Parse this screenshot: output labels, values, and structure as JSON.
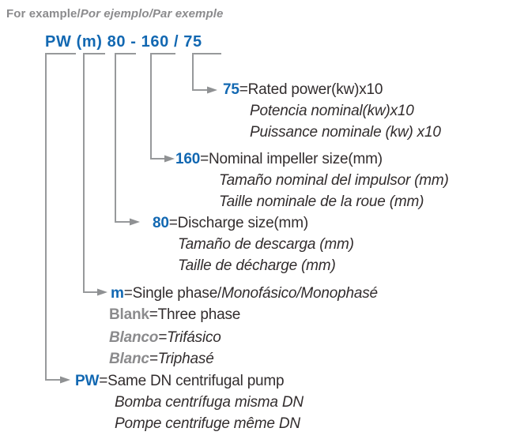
{
  "colors": {
    "accent_blue": "#1268b2",
    "label_gray": "#8b8b8d",
    "text_dark": "#322d2e",
    "connector_gray": "#97999b"
  },
  "header": {
    "title_plain": "For example/",
    "title_italic": "Por ejemplo/Par exemple"
  },
  "model": {
    "code": "PW (m) 80 - 160 / 75"
  },
  "blocks": {
    "b75": {
      "code": "75",
      "en": "=Rated power(kw)x10",
      "es": "Potencia nominal(kw)x10",
      "fr": "Puissance nominale (kw) x10"
    },
    "b160": {
      "code": "160",
      "en": "=Nominal impeller size(mm)",
      "es": "Tamaño nominal del impulsor (mm)",
      "fr": "Taille nominale de la roue (mm)"
    },
    "b80": {
      "code": "80",
      "en": "=Discharge size(mm)",
      "es": "Tamaño de descarga (mm)",
      "fr": "Taille de décharge (mm)"
    },
    "bm": {
      "code": "m",
      "en": "=Single phase/",
      "en_italic": "Monofásico/Monophasé",
      "blank": {
        "label": "Blank",
        "value": "=Three phase"
      },
      "blanco": {
        "label": "Blanco",
        "value": "=Trifásico"
      },
      "blanc": {
        "label": "Blanc",
        "value": "=Triphasé"
      }
    },
    "bpw": {
      "code": "PW",
      "en": "=Same DN centrifugal pump",
      "es": "Bomba centrífuga misma DN",
      "fr": "Pompe centrifuge même DN"
    }
  }
}
